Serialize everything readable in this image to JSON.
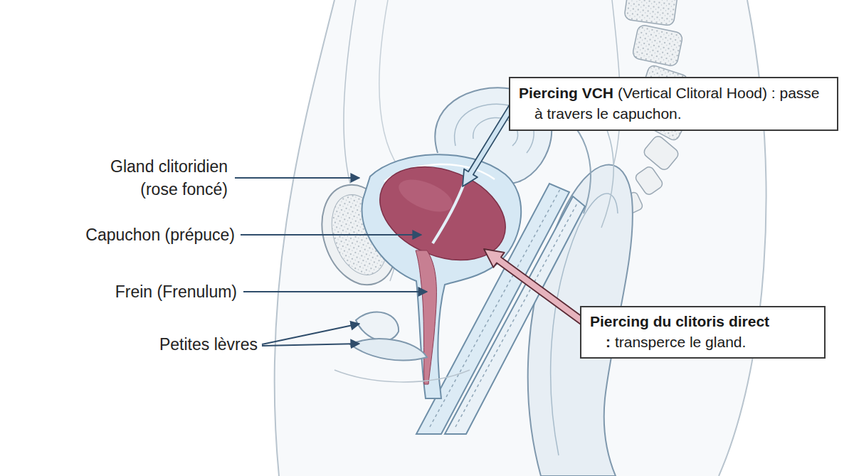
{
  "diagram": {
    "nodes": [
      {
        "text": [
          "Piercing VCH",
          "(Vertical Clitoral Hood) : passe à travers le capuchon."
        ]
      },
      {
        "text": [
          "Piercing du clitoris direct :",
          "transperce le gland."
        ]
      }
    ],
    "labels": [
      "Gland clitoridien (rose foncé)",
      "Capuchon (prépuce)",
      "Frein (Frenulum)",
      "Petites lèvres"
    ]
  }
}
